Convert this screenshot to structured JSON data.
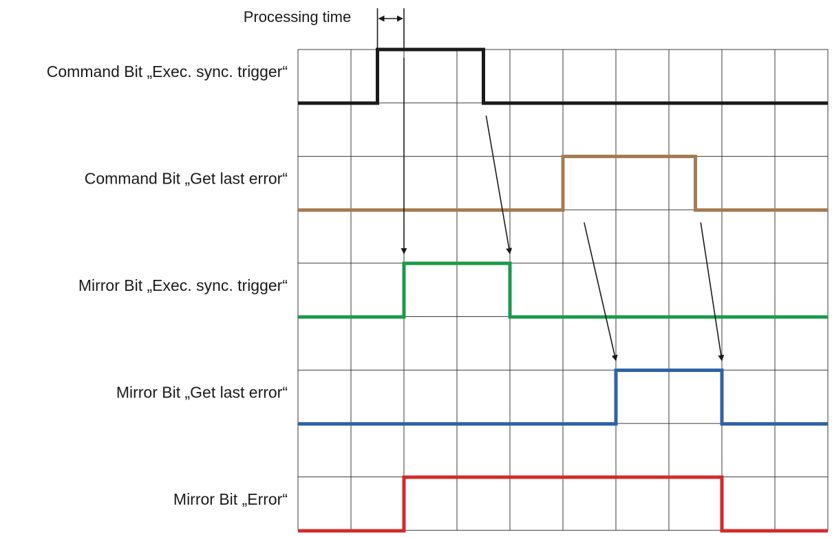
{
  "diagram": {
    "annotation": "Processing time",
    "grid": {
      "columns": 10,
      "rows": 9
    },
    "signals": [
      {
        "id": "cmd-exec-sync-trigger",
        "label": "Command Bit „Exec. sync. trigger“",
        "color": "#1a1a1a",
        "high_from": 1.5,
        "high_to": 3.5
      },
      {
        "id": "cmd-get-last-error",
        "label": "Command Bit „Get last error“",
        "color": "#a57c52",
        "high_from": 5.0,
        "high_to": 7.5
      },
      {
        "id": "mirror-exec-sync-trigger",
        "label": "Mirror Bit „Exec. sync. trigger“",
        "color": "#1b9a4a",
        "high_from": 2.0,
        "high_to": 4.0
      },
      {
        "id": "mirror-get-last-error",
        "label": "Mirror Bit „Get last error“",
        "color": "#2f63a8",
        "high_from": 6.0,
        "high_to": 8.0
      },
      {
        "id": "mirror-error",
        "label": "Mirror Bit „Error“",
        "color": "#d42a2a",
        "high_from": 2.0,
        "high_to": 8.0
      }
    ],
    "arrows": [
      {
        "from_signal": 0,
        "from_t": 2.0,
        "to_signal": 2,
        "to_t": 2.0
      },
      {
        "from_signal": 0,
        "from_t": 3.55,
        "to_signal": 2,
        "to_t": 4.0
      },
      {
        "from_signal": 1,
        "from_t": 5.4,
        "to_signal": 3,
        "to_t": 6.0
      },
      {
        "from_signal": 1,
        "from_t": 7.6,
        "to_signal": 3,
        "to_t": 8.0
      }
    ]
  }
}
